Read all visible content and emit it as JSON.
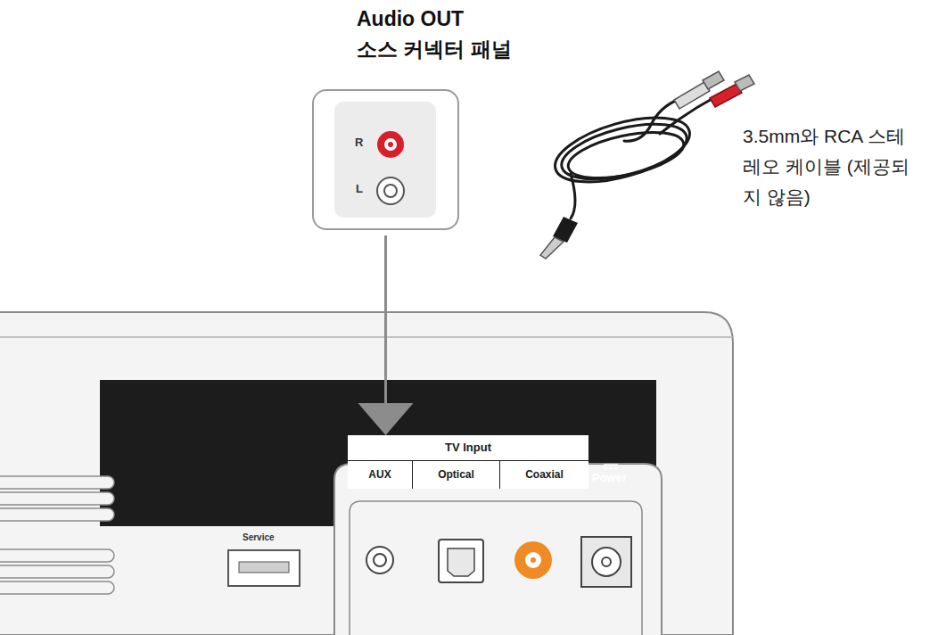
{
  "diagram": {
    "nodes": [
      {
        "text": [
          "Audio OUT",
          "소스 커넥터 패널"
        ]
      },
      {
        "text": [
          "TV Input"
        ]
      },
      {
        "text": [
          "AUX"
        ],
        "in": 1
      },
      {
        "text": [
          "Optical"
        ],
        "in": 1
      },
      {
        "text": [
          "Coaxial"
        ],
        "in": 1
      }
    ],
    "edges": [
      {
        "from": 0,
        "to": 1,
        "arrow": "to"
      }
    ],
    "labels": [
      "R",
      "L",
      "3.5mm와 RCA 스테레오 케이블 (제공되지 않음)",
      "Service",
      "Power"
    ]
  }
}
